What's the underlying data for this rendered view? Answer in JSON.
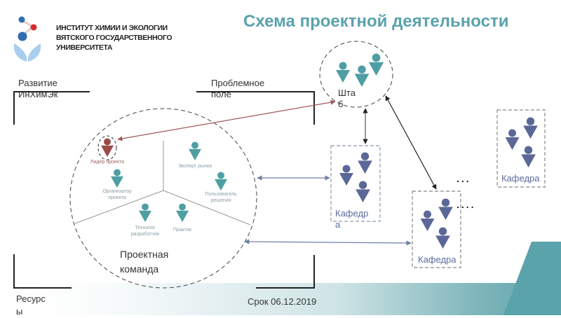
{
  "header": {
    "org_lines": [
      "ИНСТИТУТ ХИМИИ И ЭКОЛОГИИ",
      "ВЯТСКОГО ГОСУДАРСТВЕННОГО",
      "УНИВЕРСИТЕТА"
    ],
    "title": "Схема проектной деятельности"
  },
  "frame_labels": {
    "development": [
      "Развитие",
      "ИнХимЭк"
    ],
    "problem_field": [
      "Проблемное",
      "поле"
    ],
    "resources": [
      "Ресурс",
      "ы"
    ],
    "deadline": "Срок 06.12.2019"
  },
  "team": {
    "label": [
      "Проектная",
      "команда"
    ],
    "roles": [
      {
        "name": "Лидер проекта",
        "lines": [
          "Лидер проекта"
        ],
        "type": "leader"
      },
      {
        "name": "Организатор проекта",
        "lines": [
          "Организатор",
          "проекта"
        ],
        "type": "member"
      },
      {
        "name": "Эксперт рынка",
        "lines": [
          "Эксперт рынка"
        ],
        "type": "member"
      },
      {
        "name": "Пользователь решения",
        "lines": [
          "Пользователь",
          "решения"
        ],
        "type": "member"
      },
      {
        "name": "Технолог разработчик",
        "lines": [
          "Технолог",
          "разработчик"
        ],
        "type": "member"
      },
      {
        "name": "Практик",
        "lines": [
          "Практик"
        ],
        "type": "member"
      }
    ]
  },
  "headquarters": {
    "label": [
      "Шта",
      "б"
    ]
  },
  "departments": [
    {
      "label": [
        "Кафедр",
        "а"
      ]
    },
    {
      "label": [
        "Кафедра"
      ]
    },
    {
      "label": [
        "Кафедра"
      ]
    }
  ],
  "ellipsis": [
    "...",
    "...."
  ],
  "colors": {
    "title": "#5aa3ab",
    "teal_person": "#4e9ea3",
    "leader_person": "#9c4a48",
    "department_person": "#5b6897",
    "department_text": "#5d6c9a",
    "leader_arrow": "#a05a58",
    "dept_arrow": "#6f7fa8",
    "footer_teal": "#5aa3ab"
  }
}
